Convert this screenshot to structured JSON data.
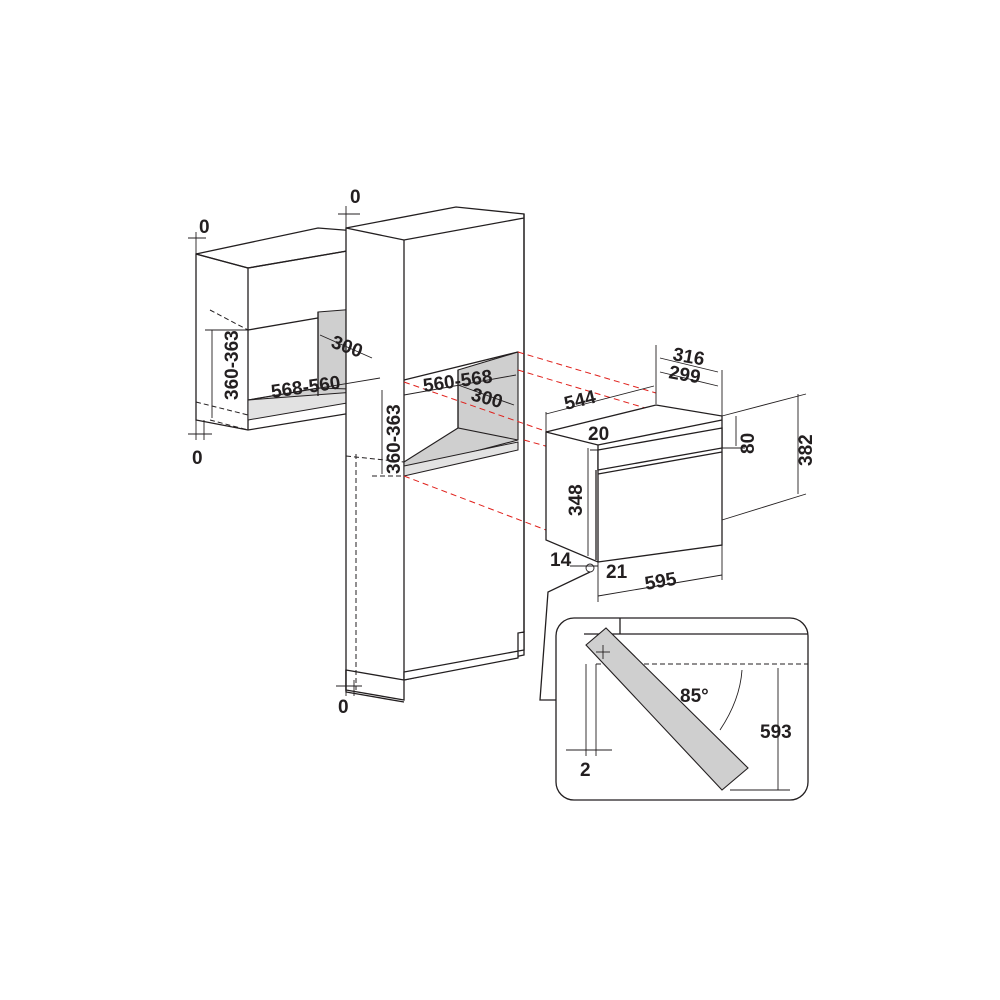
{
  "labels": {
    "wall_gap_top": "0",
    "wall_gap_bottom": "0",
    "wall_depth": "300",
    "wall_height": "360-363",
    "wall_width": "568-560",
    "tall_gap_top": "0",
    "tall_gap_bottom": "0",
    "tall_depth": "300",
    "tall_height": "360-363",
    "tall_width": "560-568",
    "oven_depth_total": "316",
    "oven_depth_body": "299",
    "oven_width_body": "544",
    "oven_top_gap": "20",
    "oven_panel_height": "80",
    "oven_total_height": "382",
    "oven_body_height": "348",
    "oven_side_gap": "14",
    "oven_front_offset": "21",
    "oven_width_total": "595",
    "door_angle": "85°",
    "door_open_depth": "593",
    "door_offset": "2"
  },
  "colors": {
    "line": "#231f20",
    "red_projection": "#e0201b",
    "cavity_fill": "#cfcfcf"
  }
}
